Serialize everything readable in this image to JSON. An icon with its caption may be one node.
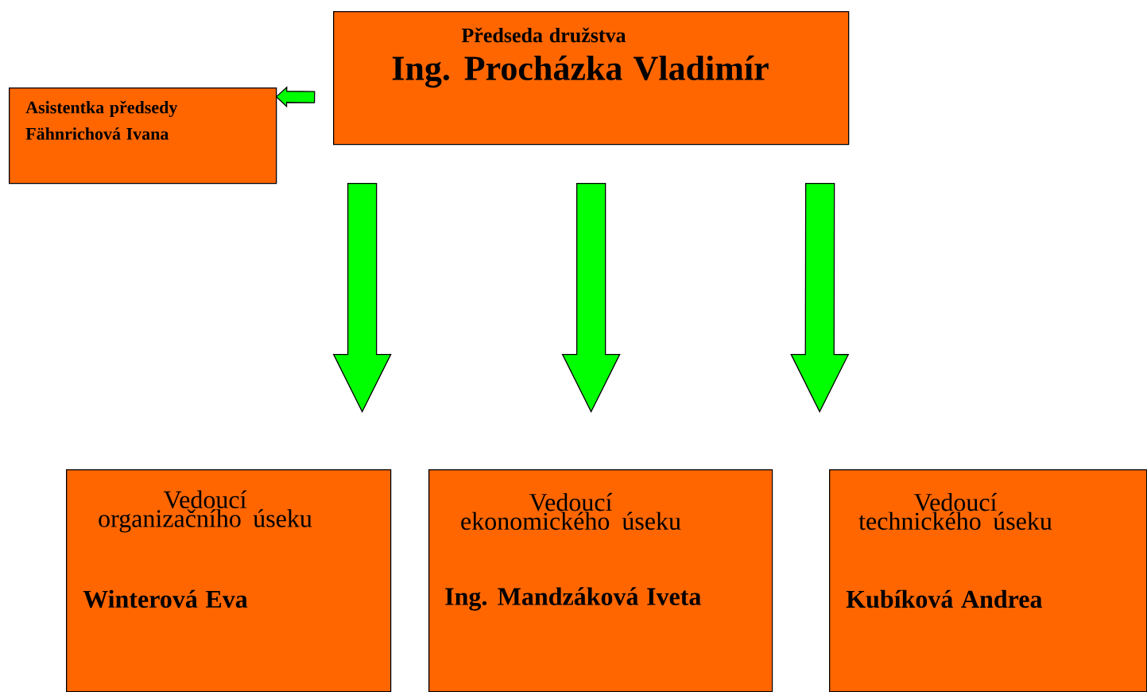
{
  "diagram": {
    "nodes": [
      {
        "text": [
          "Předseda družstva",
          "Ing. Procházka Vladimír"
        ]
      },
      {
        "text": [
          "Asistentka předsedy",
          "Fähnrichová Ivana"
        ]
      },
      {
        "text": [
          "Vedoucí organizačního úseku",
          "Winterová Eva"
        ]
      },
      {
        "text": [
          "Vedoucí ekonomického úseku",
          "Ing. Mandzáková Iveta"
        ]
      },
      {
        "text": [
          "Vedoucí technického úseku",
          "Kubíková Andrea"
        ]
      }
    ],
    "edges": [
      {
        "from": 0,
        "to": 1,
        "arrow": "to"
      },
      {
        "from": 0,
        "to": 2,
        "arrow": "to"
      },
      {
        "from": 0,
        "to": 3,
        "arrow": "to"
      },
      {
        "from": 0,
        "to": 4,
        "arrow": "to"
      }
    ]
  }
}
